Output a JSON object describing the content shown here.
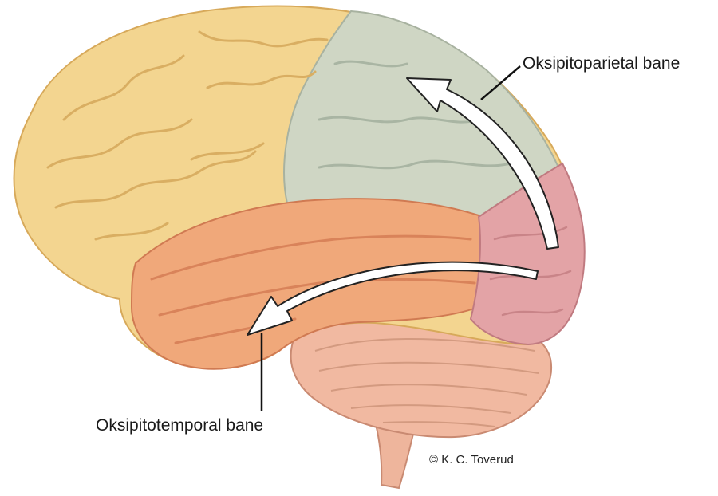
{
  "labels": {
    "occipitoparietal": "Oksipitoparietal bane",
    "occipitotemporal": "Oksipitotemporal bane"
  },
  "credit": "© K. C. Toverud",
  "colors": {
    "frontal_lobe": "#f3d590",
    "parietal_area": "#cfd6c4",
    "temporal_lobe": "#f0a87a",
    "occipital_lobe": "#e3a3a6",
    "cerebellum": "#f1b9a1",
    "brainstem": "#eeb59c",
    "arrow_fill": "#ffffff",
    "arrow_stroke": "#222222"
  }
}
